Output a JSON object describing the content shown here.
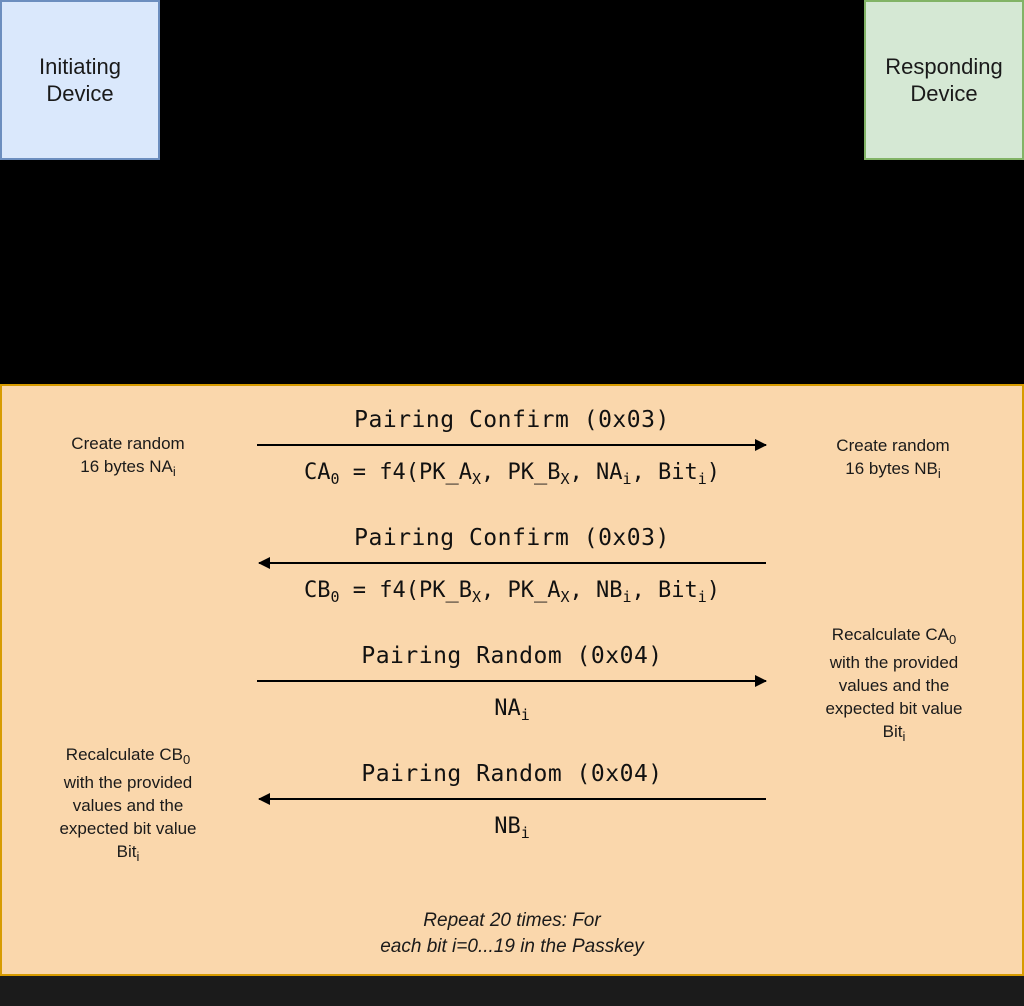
{
  "devices": {
    "initiating": "Initiating\nDevice",
    "responding": "Responding\nDevice"
  },
  "notes": {
    "initiator_create": {
      "line1": "Create random",
      "line2_main": "16 bytes NA",
      "line2_sub": "i"
    },
    "responder_create": {
      "line1": "Create random",
      "line2_main": "16 bytes NB",
      "line2_sub": "i"
    },
    "responder_recalc": {
      "head_main": "Recalculate CA",
      "head_sub": "0",
      "body": "with the provided values and the expected bit value",
      "tail_main": "Bit",
      "tail_sub": "i"
    },
    "initiator_recalc": {
      "head_main": "Recalculate CB",
      "head_sub": "0",
      "body": "with the provided values and the expected bit value",
      "tail_main": "Bit",
      "tail_sub": "i"
    }
  },
  "messages": [
    {
      "label": "Pairing Confirm (0x03)",
      "direction": "to-responder",
      "detail": {
        "a": "CA",
        "a_sub": "0",
        "b": " = f4(PK_A",
        "b_sub": "X",
        "c": ", PK_B",
        "c_sub": "X",
        "d": ", NA",
        "d_sub": "i",
        "e": ", Bit",
        "e_sub": "i",
        "f": ")"
      }
    },
    {
      "label": "Pairing Confirm (0x03)",
      "direction": "to-initiator",
      "detail": {
        "a": "CB",
        "a_sub": "0",
        "b": " = f4(PK_B",
        "b_sub": "X",
        "c": ", PK_A",
        "c_sub": "X",
        "d": ", NB",
        "d_sub": "i",
        "e": ", Bit",
        "e_sub": "i",
        "f": ")"
      }
    },
    {
      "label": "Pairing Random (0x04)",
      "direction": "to-responder",
      "detail": {
        "a": "NA",
        "a_sub": "i"
      }
    },
    {
      "label": "Pairing Random (0x04)",
      "direction": "to-initiator",
      "detail": {
        "a": "NB",
        "a_sub": "i"
      }
    }
  ],
  "loop": {
    "repeat_line1": "Repeat 20 times: For",
    "repeat_line2": "each bit i=0...19 in the Passkey"
  },
  "colors": {
    "initiator_fill": "#dae8fc",
    "initiator_stroke": "#6c8ebf",
    "responder_fill": "#d5e8d4",
    "responder_stroke": "#82b366",
    "loop_fill": "#fad7ac",
    "loop_stroke": "#d79b00",
    "arrow": "#000000"
  }
}
